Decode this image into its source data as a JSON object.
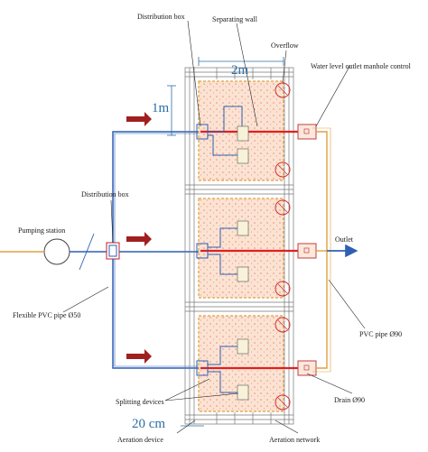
{
  "labels": {
    "distribution_box_top": "Distribution box",
    "separating_wall": "Separating wall",
    "overflow": "Overflow",
    "water_level_control": "Water level outlet manhole control",
    "distribution_box_left": "Distribution box",
    "pumping_station": "Pumping station",
    "outlet": "Outlet",
    "flexible_pvc_pipe": "Flexible PVC pipe Ø50",
    "pvc_pipe": "PVC pipe Ø90",
    "splitting_devices": "Splitting devices",
    "drain": "Drain Ø90",
    "aeration_device": "Aeration device",
    "aeration_network": "Aeration network"
  },
  "dimensions": {
    "width": "2m",
    "height": "1m",
    "wall": "20 cm"
  },
  "colors": {
    "inlet_pipe": "#2f5fb3",
    "outlet_pipe": "#e0a040",
    "arrow": "#a02020",
    "separating_wall": "#e02020",
    "dimension": "#2a6fa8",
    "bed_fill": "#fbe3d2"
  }
}
